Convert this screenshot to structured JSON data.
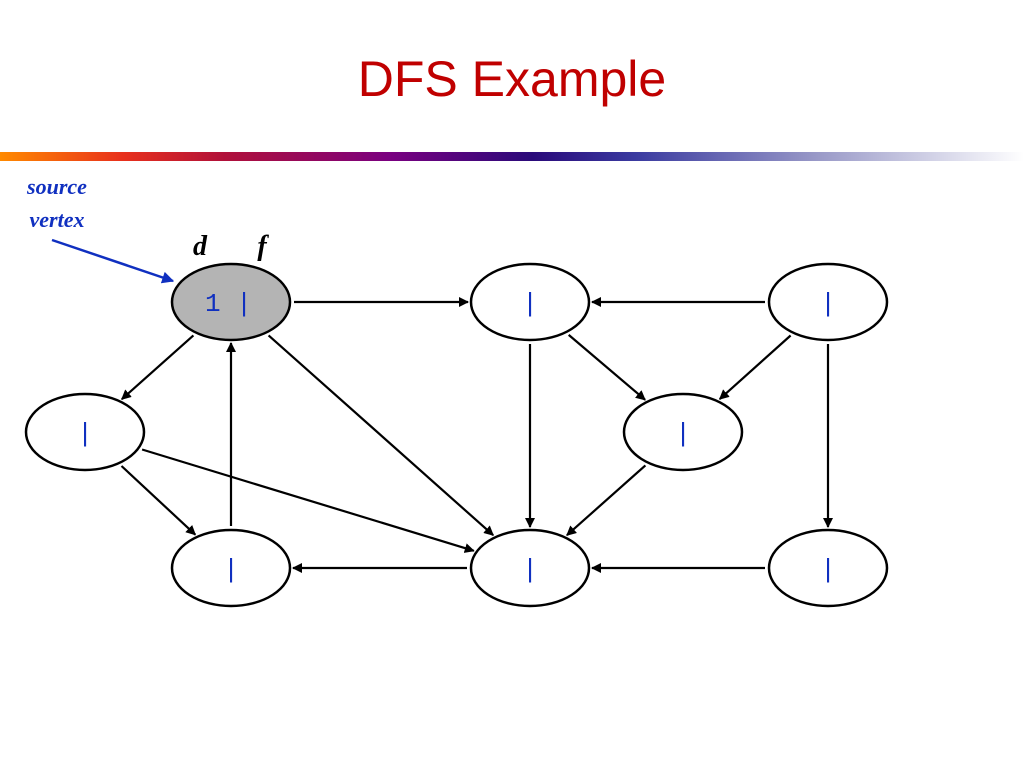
{
  "title": "DFS Example",
  "annotations": {
    "source_line1": "source",
    "source_line2": "vertex",
    "d": "d",
    "f": "f"
  },
  "colors": {
    "title": "#c00000",
    "label": "#1030c0",
    "source_fill": "#b4b4b4",
    "node_fill": "#ffffff",
    "edge": "#000000"
  },
  "nodes": [
    {
      "id": "a",
      "label": "1 |",
      "visited": true
    },
    {
      "id": "b",
      "label": "|",
      "visited": false
    },
    {
      "id": "c",
      "label": "|",
      "visited": false
    },
    {
      "id": "d",
      "label": "|",
      "visited": false
    },
    {
      "id": "e",
      "label": "|",
      "visited": false
    },
    {
      "id": "f",
      "label": "|",
      "visited": false
    },
    {
      "id": "g",
      "label": "|",
      "visited": false
    },
    {
      "id": "h",
      "label": "|",
      "visited": false
    }
  ],
  "edges": [
    {
      "from": "a",
      "to": "b"
    },
    {
      "from": "c",
      "to": "b"
    },
    {
      "from": "a",
      "to": "d"
    },
    {
      "from": "a",
      "to": "g"
    },
    {
      "from": "b",
      "to": "e"
    },
    {
      "from": "b",
      "to": "g"
    },
    {
      "from": "c",
      "to": "e"
    },
    {
      "from": "c",
      "to": "h"
    },
    {
      "from": "d",
      "to": "f"
    },
    {
      "from": "d",
      "to": "g"
    },
    {
      "from": "e",
      "to": "g"
    },
    {
      "from": "f",
      "to": "a"
    },
    {
      "from": "g",
      "to": "f"
    },
    {
      "from": "h",
      "to": "g"
    }
  ]
}
